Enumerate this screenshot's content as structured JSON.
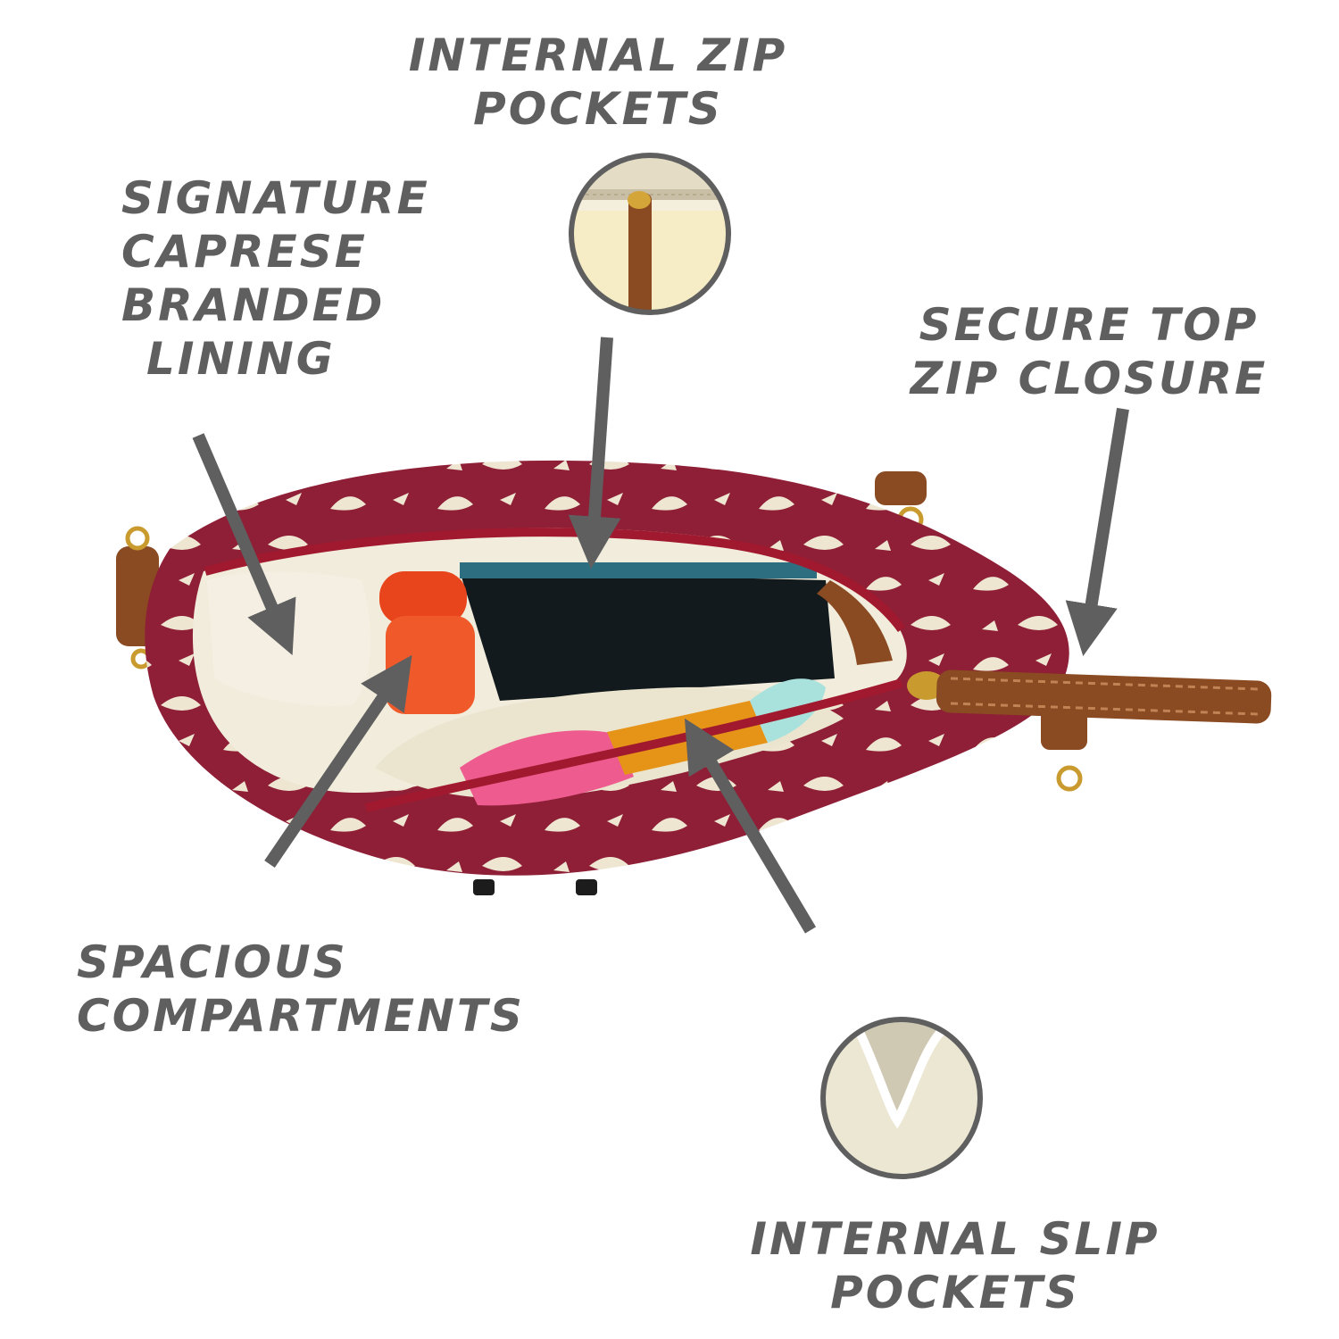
{
  "callouts": {
    "internal_zip": {
      "line1": "INTERNAL ZIP",
      "line2": "POCKETS"
    },
    "lining": {
      "line1": "SIGNATURE",
      "line2": "CAPRESE",
      "line3": "BRANDED",
      "line4": "LINING"
    },
    "top_zip": {
      "line1": "SECURE TOP",
      "line2": "ZIP CLOSURE"
    },
    "compartments": {
      "line1": "SPACIOUS",
      "line2": "COMPARTMENTS"
    },
    "slip": {
      "line1": "INTERNAL SLIP",
      "line2": "POCKETS"
    }
  },
  "colors": {
    "label_text": "#5f5f5f",
    "arrow": "#5f5f5f",
    "bag_body": "#8e1f36",
    "bag_print": "#efe6d2",
    "leather": "#8a4a22",
    "lining": "#f1ecdb",
    "hardware": "#c99a2e"
  }
}
